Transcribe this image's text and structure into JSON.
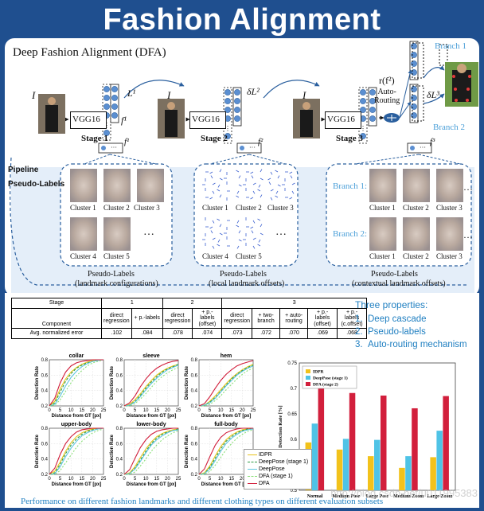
{
  "slide_title": "Fashion Alignment",
  "dfa_title": "Deep Fashion Alignment (DFA)",
  "pipeline": {
    "input_label": "I",
    "net_label": "VGG16",
    "stages": [
      "Stage 1",
      "Stage 2",
      "Stage 3"
    ],
    "losses": [
      "L¹",
      "δL²",
      "δL³"
    ],
    "f_labels": [
      "f¹",
      "f²",
      "f³"
    ],
    "routing_formula": "r(f²)",
    "routing_label": "Auto-\nRouting",
    "branches": [
      "Branch 1",
      "Branch 2"
    ],
    "side_labels": [
      "Pipeline",
      "Pseudo-Labels"
    ]
  },
  "clusters": {
    "group1": [
      "Cluster 1",
      "Cluster 2",
      "Cluster 3",
      "Cluster 4",
      "Cluster 5"
    ],
    "group2": [
      "Cluster 1",
      "Cluster 2",
      "Cluster 3",
      "Cluster 4",
      "Cluster 5"
    ],
    "group3": [
      "Cluster 1",
      "Cluster 2",
      "Cluster 3",
      "Cluster 1",
      "Cluster 2",
      "Cluster 3"
    ],
    "branch_rows": [
      "Branch 1:",
      "Branch 2:"
    ],
    "ellipsis": "…",
    "captions": [
      {
        "title": "Pseudo-Labels",
        "sub": "(landmark configurations)"
      },
      {
        "title": "Pseudo-Labels",
        "sub": "(local landmark offsets)"
      },
      {
        "title": "Pseudo-Labels",
        "sub": "(contextual landmark offsets)"
      }
    ]
  },
  "table": {
    "stage_header": "Stage",
    "stage_nums": [
      "1",
      "2",
      "3"
    ],
    "component_header": "Component",
    "components": [
      "direct regression",
      "+ p.-labels",
      "direct regression",
      "+ p.-labels (offset)",
      "direct regression",
      "+ two-branch",
      "+ auto-routing",
      "+ p.-labels (offset)",
      "+ p.-labels (c.offset)"
    ],
    "error_header": "Avg. normalized error",
    "errors": [
      ".102",
      ".084",
      ".078",
      ".074",
      ".073",
      ".072",
      ".070",
      ".069",
      ".068"
    ]
  },
  "properties": {
    "heading": "Three properties:",
    "items": [
      {
        "n": "1.",
        "label": "Deep cascade"
      },
      {
        "n": "2.",
        "label": "Pseudo-labels"
      },
      {
        "n": "3.",
        "label": "Auto-routing mechanism"
      }
    ]
  },
  "small_charts": {
    "ylabel": "Detection Rate",
    "xlabel": "Distance from GT [px]",
    "colors": {
      "IDPR": "#e8c31a",
      "DeepPose (stage 1)": "#2c9a43",
      "DeepPose": "#5fc6e0",
      "DFA (stage 1)": "#8be07a",
      "DFA": "#d11d3a"
    },
    "legend_labels": [
      "IDPR",
      "DeepPose (stage 1)",
      "DeepPose",
      "DFA (stage 1)",
      "DFA"
    ]
  },
  "chart_data": [
    {
      "type": "line",
      "title": "collar",
      "xlim": [
        0,
        25
      ],
      "ylim": [
        0.2,
        0.8
      ],
      "xticks": [
        "0",
        "5",
        "10",
        "15",
        "20",
        "25"
      ],
      "yticks": [
        "0.2",
        "0.4",
        "0.6",
        "0.8"
      ],
      "x": [
        0,
        2.5,
        5,
        7.5,
        10,
        12.5,
        15,
        17.5,
        20,
        22.5,
        25
      ],
      "series": [
        {
          "name": "IDPR",
          "values": [
            0.2,
            0.26,
            0.42,
            0.55,
            0.64,
            0.7,
            0.74,
            0.77,
            0.79,
            0.8,
            0.8
          ]
        },
        {
          "name": "DeepPose (stage 1)",
          "values": [
            0.2,
            0.24,
            0.38,
            0.52,
            0.62,
            0.69,
            0.73,
            0.76,
            0.78,
            0.8,
            0.8
          ]
        },
        {
          "name": "DeepPose",
          "values": [
            0.2,
            0.22,
            0.33,
            0.46,
            0.57,
            0.65,
            0.71,
            0.75,
            0.78,
            0.79,
            0.8
          ]
        },
        {
          "name": "DFA (stage 1)",
          "values": [
            0.2,
            0.21,
            0.28,
            0.39,
            0.5,
            0.59,
            0.66,
            0.72,
            0.76,
            0.78,
            0.8
          ]
        },
        {
          "name": "DFA",
          "values": [
            0.2,
            0.3,
            0.5,
            0.64,
            0.72,
            0.76,
            0.78,
            0.79,
            0.8,
            0.8,
            0.8
          ]
        }
      ]
    },
    {
      "type": "line",
      "title": "sleeve",
      "xlim": [
        0,
        25
      ],
      "ylim": [
        0.2,
        0.8
      ],
      "xticks": [
        "0",
        "5",
        "10",
        "15",
        "20",
        "25"
      ],
      "yticks": [
        "0.2",
        "0.4",
        "0.6",
        "0.8"
      ],
      "x": [
        0,
        2.5,
        5,
        7.5,
        10,
        12.5,
        15,
        17.5,
        20,
        22.5,
        25
      ],
      "series": [
        {
          "name": "IDPR",
          "values": [
            0.2,
            0.22,
            0.28,
            0.36,
            0.45,
            0.53,
            0.6,
            0.65,
            0.69,
            0.72,
            0.74
          ]
        },
        {
          "name": "DeepPose (stage 1)",
          "values": [
            0.2,
            0.21,
            0.26,
            0.34,
            0.43,
            0.51,
            0.58,
            0.64,
            0.68,
            0.71,
            0.74
          ]
        },
        {
          "name": "DeepPose",
          "values": [
            0.2,
            0.21,
            0.25,
            0.32,
            0.41,
            0.49,
            0.56,
            0.62,
            0.67,
            0.7,
            0.73
          ]
        },
        {
          "name": "DFA (stage 1)",
          "values": [
            0.2,
            0.2,
            0.23,
            0.29,
            0.36,
            0.44,
            0.52,
            0.58,
            0.63,
            0.67,
            0.7
          ]
        },
        {
          "name": "DFA",
          "values": [
            0.2,
            0.24,
            0.33,
            0.45,
            0.55,
            0.63,
            0.69,
            0.73,
            0.76,
            0.78,
            0.79
          ]
        }
      ]
    },
    {
      "type": "line",
      "title": "hem",
      "xlim": [
        0,
        25
      ],
      "ylim": [
        0.2,
        0.8
      ],
      "xticks": [
        "0",
        "5",
        "10",
        "15",
        "20",
        "25"
      ],
      "yticks": [
        "0.2",
        "0.4",
        "0.6",
        "0.8"
      ],
      "x": [
        0,
        2.5,
        5,
        7.5,
        10,
        12.5,
        15,
        17.5,
        20,
        22.5,
        25
      ],
      "series": [
        {
          "name": "IDPR",
          "values": [
            0.2,
            0.21,
            0.26,
            0.33,
            0.41,
            0.49,
            0.56,
            0.62,
            0.67,
            0.71,
            0.74
          ]
        },
        {
          "name": "DeepPose (stage 1)",
          "values": [
            0.2,
            0.21,
            0.25,
            0.31,
            0.39,
            0.47,
            0.55,
            0.61,
            0.66,
            0.7,
            0.73
          ]
        },
        {
          "name": "DeepPose",
          "values": [
            0.2,
            0.21,
            0.24,
            0.3,
            0.38,
            0.46,
            0.53,
            0.6,
            0.65,
            0.69,
            0.72
          ]
        },
        {
          "name": "DFA (stage 1)",
          "values": [
            0.2,
            0.2,
            0.22,
            0.27,
            0.33,
            0.41,
            0.48,
            0.55,
            0.61,
            0.66,
            0.69
          ]
        },
        {
          "name": "DFA",
          "values": [
            0.2,
            0.23,
            0.32,
            0.43,
            0.53,
            0.61,
            0.67,
            0.72,
            0.75,
            0.77,
            0.79
          ]
        }
      ]
    },
    {
      "type": "line",
      "title": "upper-body",
      "xlim": [
        0,
        25
      ],
      "ylim": [
        0.2,
        0.8
      ],
      "xticks": [
        "0",
        "5",
        "10",
        "15",
        "20",
        "25"
      ],
      "yticks": [
        "0.2",
        "0.4",
        "0.6",
        "0.8"
      ],
      "x": [
        0,
        2.5,
        5,
        7.5,
        10,
        12.5,
        15,
        17.5,
        20,
        22.5,
        25
      ],
      "series": [
        {
          "name": "IDPR",
          "values": [
            0.2,
            0.24,
            0.36,
            0.5,
            0.61,
            0.69,
            0.74,
            0.77,
            0.79,
            0.8,
            0.8
          ]
        },
        {
          "name": "DeepPose (stage 1)",
          "values": [
            0.2,
            0.22,
            0.33,
            0.47,
            0.58,
            0.66,
            0.72,
            0.76,
            0.78,
            0.79,
            0.8
          ]
        },
        {
          "name": "DeepPose",
          "values": [
            0.2,
            0.21,
            0.3,
            0.43,
            0.54,
            0.63,
            0.7,
            0.74,
            0.77,
            0.79,
            0.8
          ]
        },
        {
          "name": "DFA (stage 1)",
          "values": [
            0.2,
            0.2,
            0.25,
            0.35,
            0.45,
            0.55,
            0.63,
            0.69,
            0.74,
            0.77,
            0.79
          ]
        },
        {
          "name": "DFA",
          "values": [
            0.2,
            0.28,
            0.46,
            0.6,
            0.69,
            0.75,
            0.78,
            0.79,
            0.8,
            0.8,
            0.8
          ]
        }
      ]
    },
    {
      "type": "line",
      "title": "lower-body",
      "xlim": [
        0,
        25
      ],
      "ylim": [
        0.2,
        0.8
      ],
      "xticks": [
        "0",
        "5",
        "10",
        "15",
        "20",
        "25"
      ],
      "yticks": [
        "0.2",
        "0.4",
        "0.6",
        "0.8"
      ],
      "x": [
        0,
        2.5,
        5,
        7.5,
        10,
        12.5,
        15,
        17.5,
        20,
        22.5,
        25
      ],
      "series": [
        {
          "name": "IDPR",
          "values": [
            0.2,
            0.22,
            0.3,
            0.42,
            0.53,
            0.62,
            0.69,
            0.73,
            0.76,
            0.78,
            0.79
          ]
        },
        {
          "name": "DeepPose (stage 1)",
          "values": [
            0.2,
            0.21,
            0.28,
            0.39,
            0.5,
            0.6,
            0.67,
            0.72,
            0.75,
            0.77,
            0.79
          ]
        },
        {
          "name": "DeepPose",
          "values": [
            0.2,
            0.21,
            0.27,
            0.37,
            0.48,
            0.58,
            0.65,
            0.7,
            0.74,
            0.77,
            0.78
          ]
        },
        {
          "name": "DFA (stage 1)",
          "values": [
            0.2,
            0.2,
            0.23,
            0.31,
            0.4,
            0.5,
            0.58,
            0.65,
            0.7,
            0.74,
            0.77
          ]
        },
        {
          "name": "DFA",
          "values": [
            0.2,
            0.26,
            0.41,
            0.55,
            0.65,
            0.72,
            0.76,
            0.78,
            0.79,
            0.8,
            0.8
          ]
        }
      ]
    },
    {
      "type": "line",
      "title": "full-body",
      "xlim": [
        0,
        25
      ],
      "ylim": [
        0.2,
        0.8
      ],
      "xticks": [
        "0",
        "5",
        "10",
        "15",
        "20",
        "25"
      ],
      "yticks": [
        "0.2",
        "0.4",
        "0.6",
        "0.8"
      ],
      "x": [
        0,
        2.5,
        5,
        7.5,
        10,
        12.5,
        15,
        17.5,
        20,
        22.5,
        25
      ],
      "series": [
        {
          "name": "IDPR",
          "values": [
            0.2,
            0.22,
            0.31,
            0.44,
            0.56,
            0.65,
            0.71,
            0.75,
            0.78,
            0.79,
            0.8
          ]
        },
        {
          "name": "DeepPose (stage 1)",
          "values": [
            0.2,
            0.21,
            0.29,
            0.41,
            0.53,
            0.63,
            0.69,
            0.74,
            0.77,
            0.79,
            0.8
          ]
        },
        {
          "name": "DeepPose",
          "values": [
            0.2,
            0.21,
            0.27,
            0.38,
            0.5,
            0.6,
            0.67,
            0.72,
            0.76,
            0.78,
            0.79
          ]
        },
        {
          "name": "DFA (stage 1)",
          "values": [
            0.2,
            0.2,
            0.24,
            0.32,
            0.42,
            0.52,
            0.6,
            0.67,
            0.72,
            0.76,
            0.78
          ]
        },
        {
          "name": "DFA",
          "values": [
            0.2,
            0.27,
            0.43,
            0.58,
            0.68,
            0.74,
            0.77,
            0.79,
            0.8,
            0.8,
            0.8
          ]
        }
      ]
    },
    {
      "type": "bar",
      "title": "",
      "ylabel": "Detection Rate [%]",
      "ylim": [
        0.5,
        0.75
      ],
      "yticks": [
        "0.5",
        "0.55",
        "0.6",
        "0.65",
        "0.7",
        "0.75"
      ],
      "categories": [
        "Normal",
        "Medium Pose",
        "Large Pose",
        "Medium Zoom",
        "Large Zoom"
      ],
      "series": [
        {
          "name": "IDPR",
          "color": "#f2c21b",
          "values": [
            0.594,
            0.58,
            0.567,
            0.544,
            0.565
          ]
        },
        {
          "name": "DeepPose (stage 1)",
          "color": "#4fc3e6",
          "values": [
            0.631,
            0.601,
            0.599,
            0.567,
            0.617
          ]
        },
        {
          "name": "DFA (stage 2)",
          "color": "#d21f3c",
          "values": [
            0.718,
            0.691,
            0.686,
            0.661,
            0.685
          ]
        }
      ],
      "legend": "top-left"
    }
  ],
  "footer": "Performance on different fashion landmarks and different clothing types    on different evaluation subsets",
  "watermark": "http://blog.csdn.net/u011995383"
}
